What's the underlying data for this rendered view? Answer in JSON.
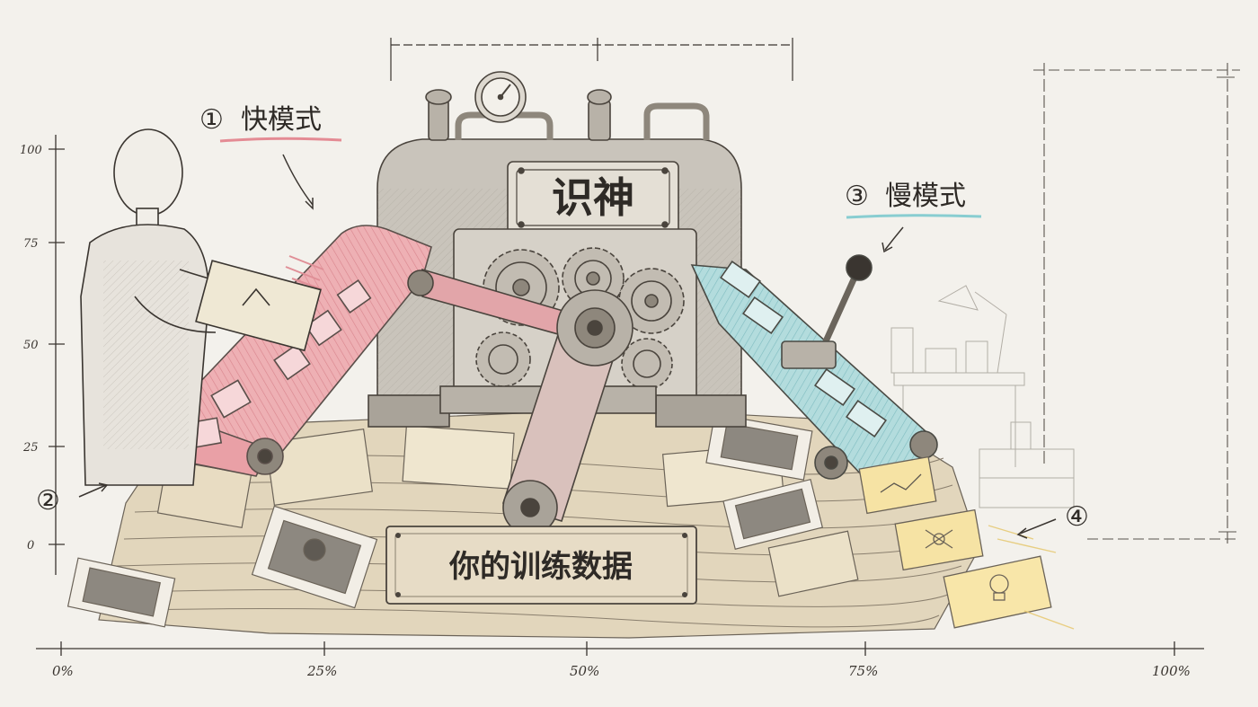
{
  "diagram": {
    "machine_title": "识神",
    "base_plaque": "你的训练数据",
    "callouts": [
      {
        "num": "①",
        "text": "快模式"
      },
      {
        "num": "②",
        "text": ""
      },
      {
        "num": "③",
        "text": "慢模式"
      },
      {
        "num": "④",
        "text": ""
      }
    ],
    "x_axis_ticks": [
      "0%",
      "25%",
      "50%",
      "75%",
      "100%"
    ],
    "y_axis_ticks": [
      "100",
      "75",
      "50",
      "25",
      "0"
    ]
  },
  "colors": {
    "paper": "#f3f1ec",
    "ink": "#2e2a26",
    "fast_belt": "#e9a0a6",
    "slow_belt": "#9fd2d6",
    "output_cards": "#f6e3a4",
    "metal": "#b8b2a8"
  },
  "icons": [
    "gauge-icon",
    "gear-icon",
    "star-icon",
    "face-icon",
    "cross-icon",
    "chart-icon",
    "network-icon",
    "lightbulb-icon"
  ]
}
